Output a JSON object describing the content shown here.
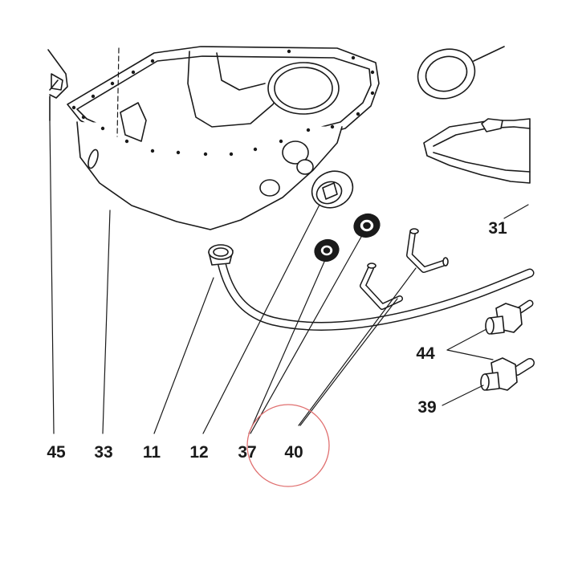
{
  "callouts": {
    "n45": "45",
    "n33": "33",
    "n11": "11",
    "n12": "12",
    "n37": "37",
    "n40": "40",
    "n31": "31",
    "n44": "44",
    "n39": "39"
  },
  "colors": {
    "line": "#1a1a1a",
    "part_fill": "#ffffff",
    "shade": "#dcdcdc",
    "highlight_circle": "#e07070"
  }
}
